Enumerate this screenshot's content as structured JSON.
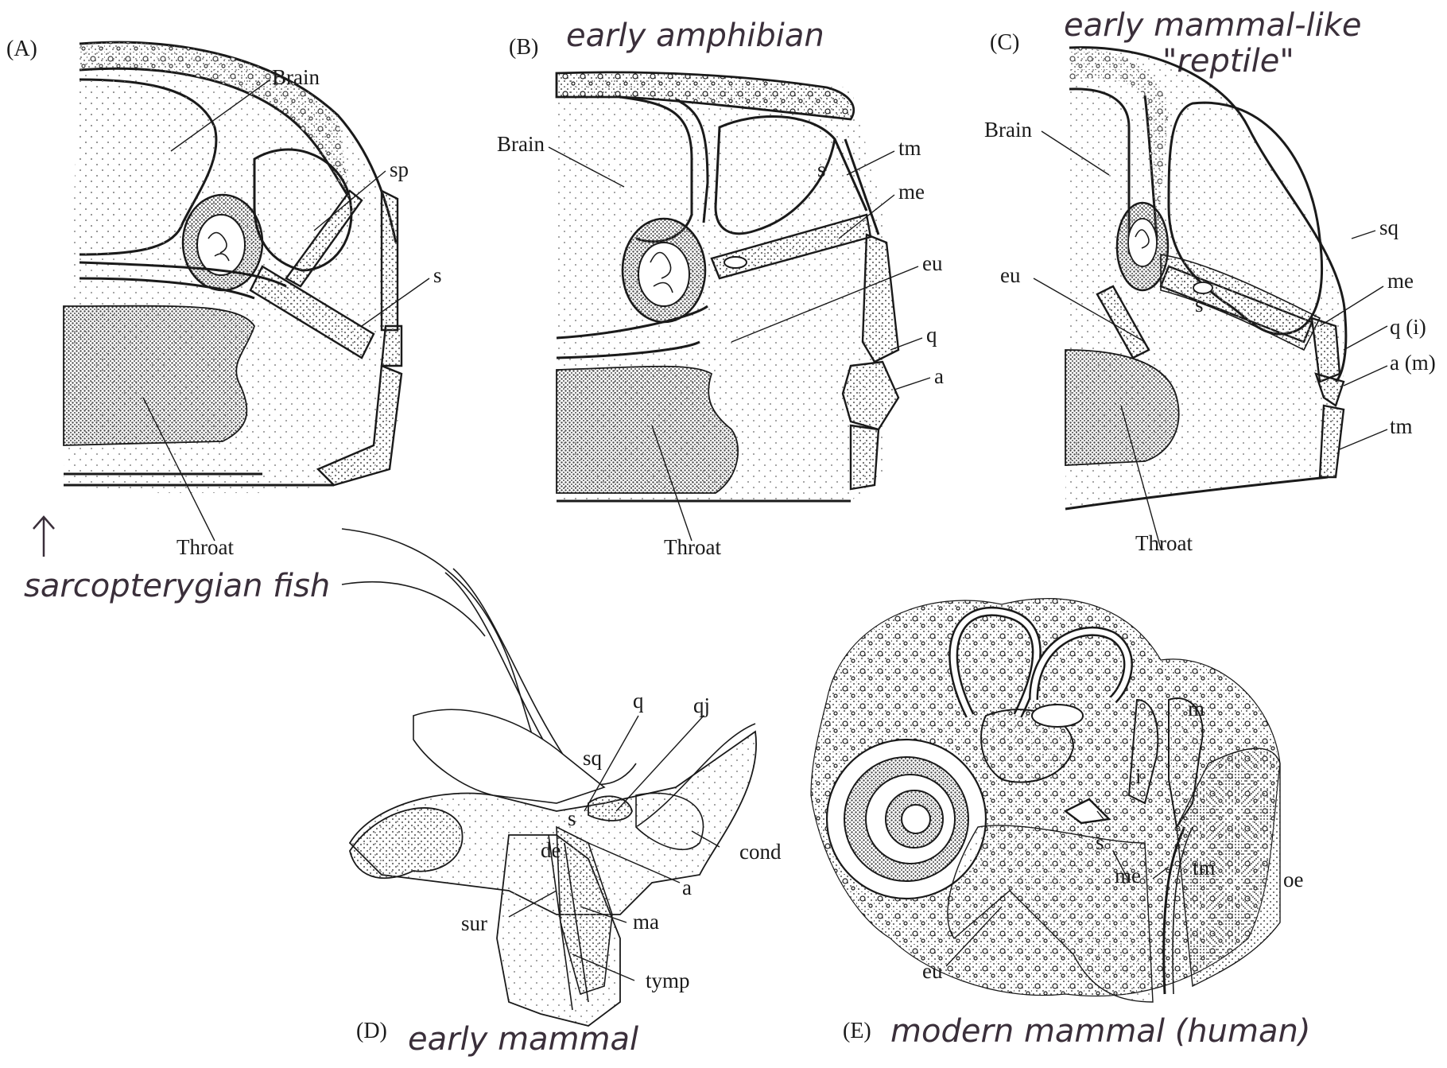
{
  "panels": {
    "A": {
      "letter": "(A)",
      "caption": "sarcopterygian fish",
      "labels": {
        "brain": "Brain",
        "sp": "sp",
        "s": "s",
        "throat": "Throat"
      }
    },
    "B": {
      "letter": "(B)",
      "caption": "early amphibian",
      "labels": {
        "brain": "Brain",
        "tm": "tm",
        "s": "s",
        "me": "me",
        "eu": "eu",
        "q": "q",
        "a": "a",
        "throat": "Throat"
      }
    },
    "C": {
      "letter": "(C)",
      "caption_line1": "early mammal-like",
      "caption_line2": "\"reptile\"",
      "labels": {
        "brain": "Brain",
        "eu": "eu",
        "s": "s",
        "sq": "sq",
        "me": "me",
        "qi": "q (i)",
        "am": "a (m)",
        "tm": "tm",
        "throat": "Throat"
      }
    },
    "D": {
      "letter": "(D)",
      "caption": "early mammal",
      "labels": {
        "sq": "sq",
        "q": "q",
        "qj": "qj",
        "s": "s",
        "de": "de",
        "cond": "cond",
        "a": "a",
        "sur": "sur",
        "ma": "ma",
        "tymp": "tymp"
      }
    },
    "E": {
      "letter": "(E)",
      "caption": "modern mammal (human)",
      "labels": {
        "m": "m",
        "i": "i",
        "s": "s",
        "me": "me",
        "tm": "tm",
        "oe": "oe",
        "eu": "eu"
      }
    }
  },
  "colors": {
    "ink": "#1a1a1a",
    "handwriting": "#3a2f3a",
    "paper": "#ffffff",
    "stipple": "#9a9a9a"
  }
}
